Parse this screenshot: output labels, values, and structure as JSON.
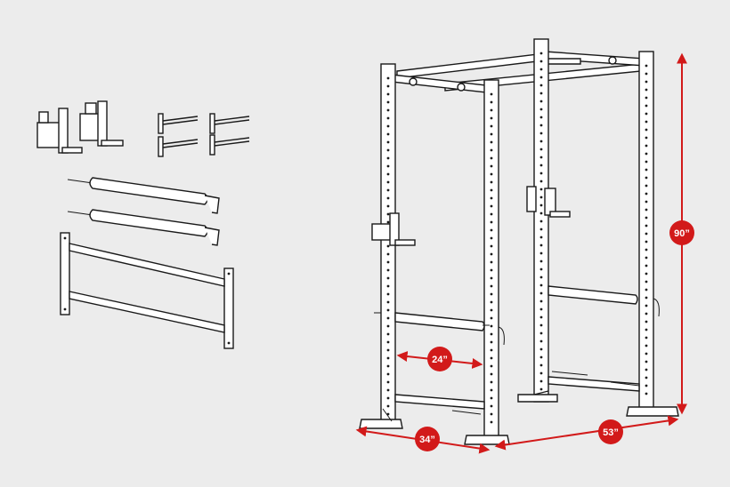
{
  "dimensions": {
    "height": "90”",
    "width": "53”",
    "depth": "34”",
    "inner": "24”"
  },
  "colors": {
    "background": "#ececec",
    "line": "#1a1a1a",
    "dimension": "#d21a1a"
  }
}
